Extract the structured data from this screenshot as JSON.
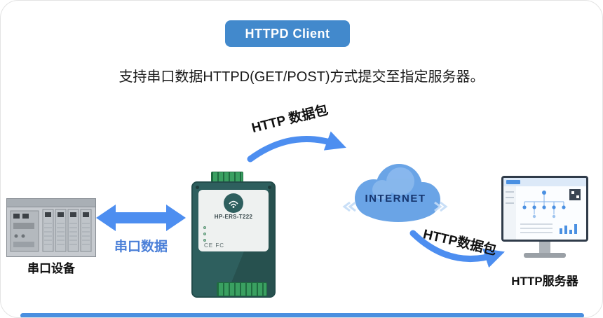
{
  "badge": {
    "label": "HTTPD Client"
  },
  "headline": "支持串口数据HTTPD(GET/POST)方式提交至指定服务器。",
  "diagram": {
    "serial_device_label": "串口设备",
    "serial_link_label": "串口数据",
    "gateway": {
      "model": "HP-ERS-T222",
      "marks": "CE FC"
    },
    "uplink_label": "HTTP 数据包",
    "cloud_label": "INTERNET",
    "downlink_label": "HTTP数据包",
    "server_label": "HTTP服务器"
  },
  "colors": {
    "badge_bg": "#4289cc",
    "arrow_blue": "#4d8ef0",
    "link_text_blue": "#4a7fd8",
    "cloud_blue": "#5b9ae0",
    "internet_text": "#16356e",
    "device_teal": "#2e5f5e",
    "terminal_green": "#3aa061"
  }
}
